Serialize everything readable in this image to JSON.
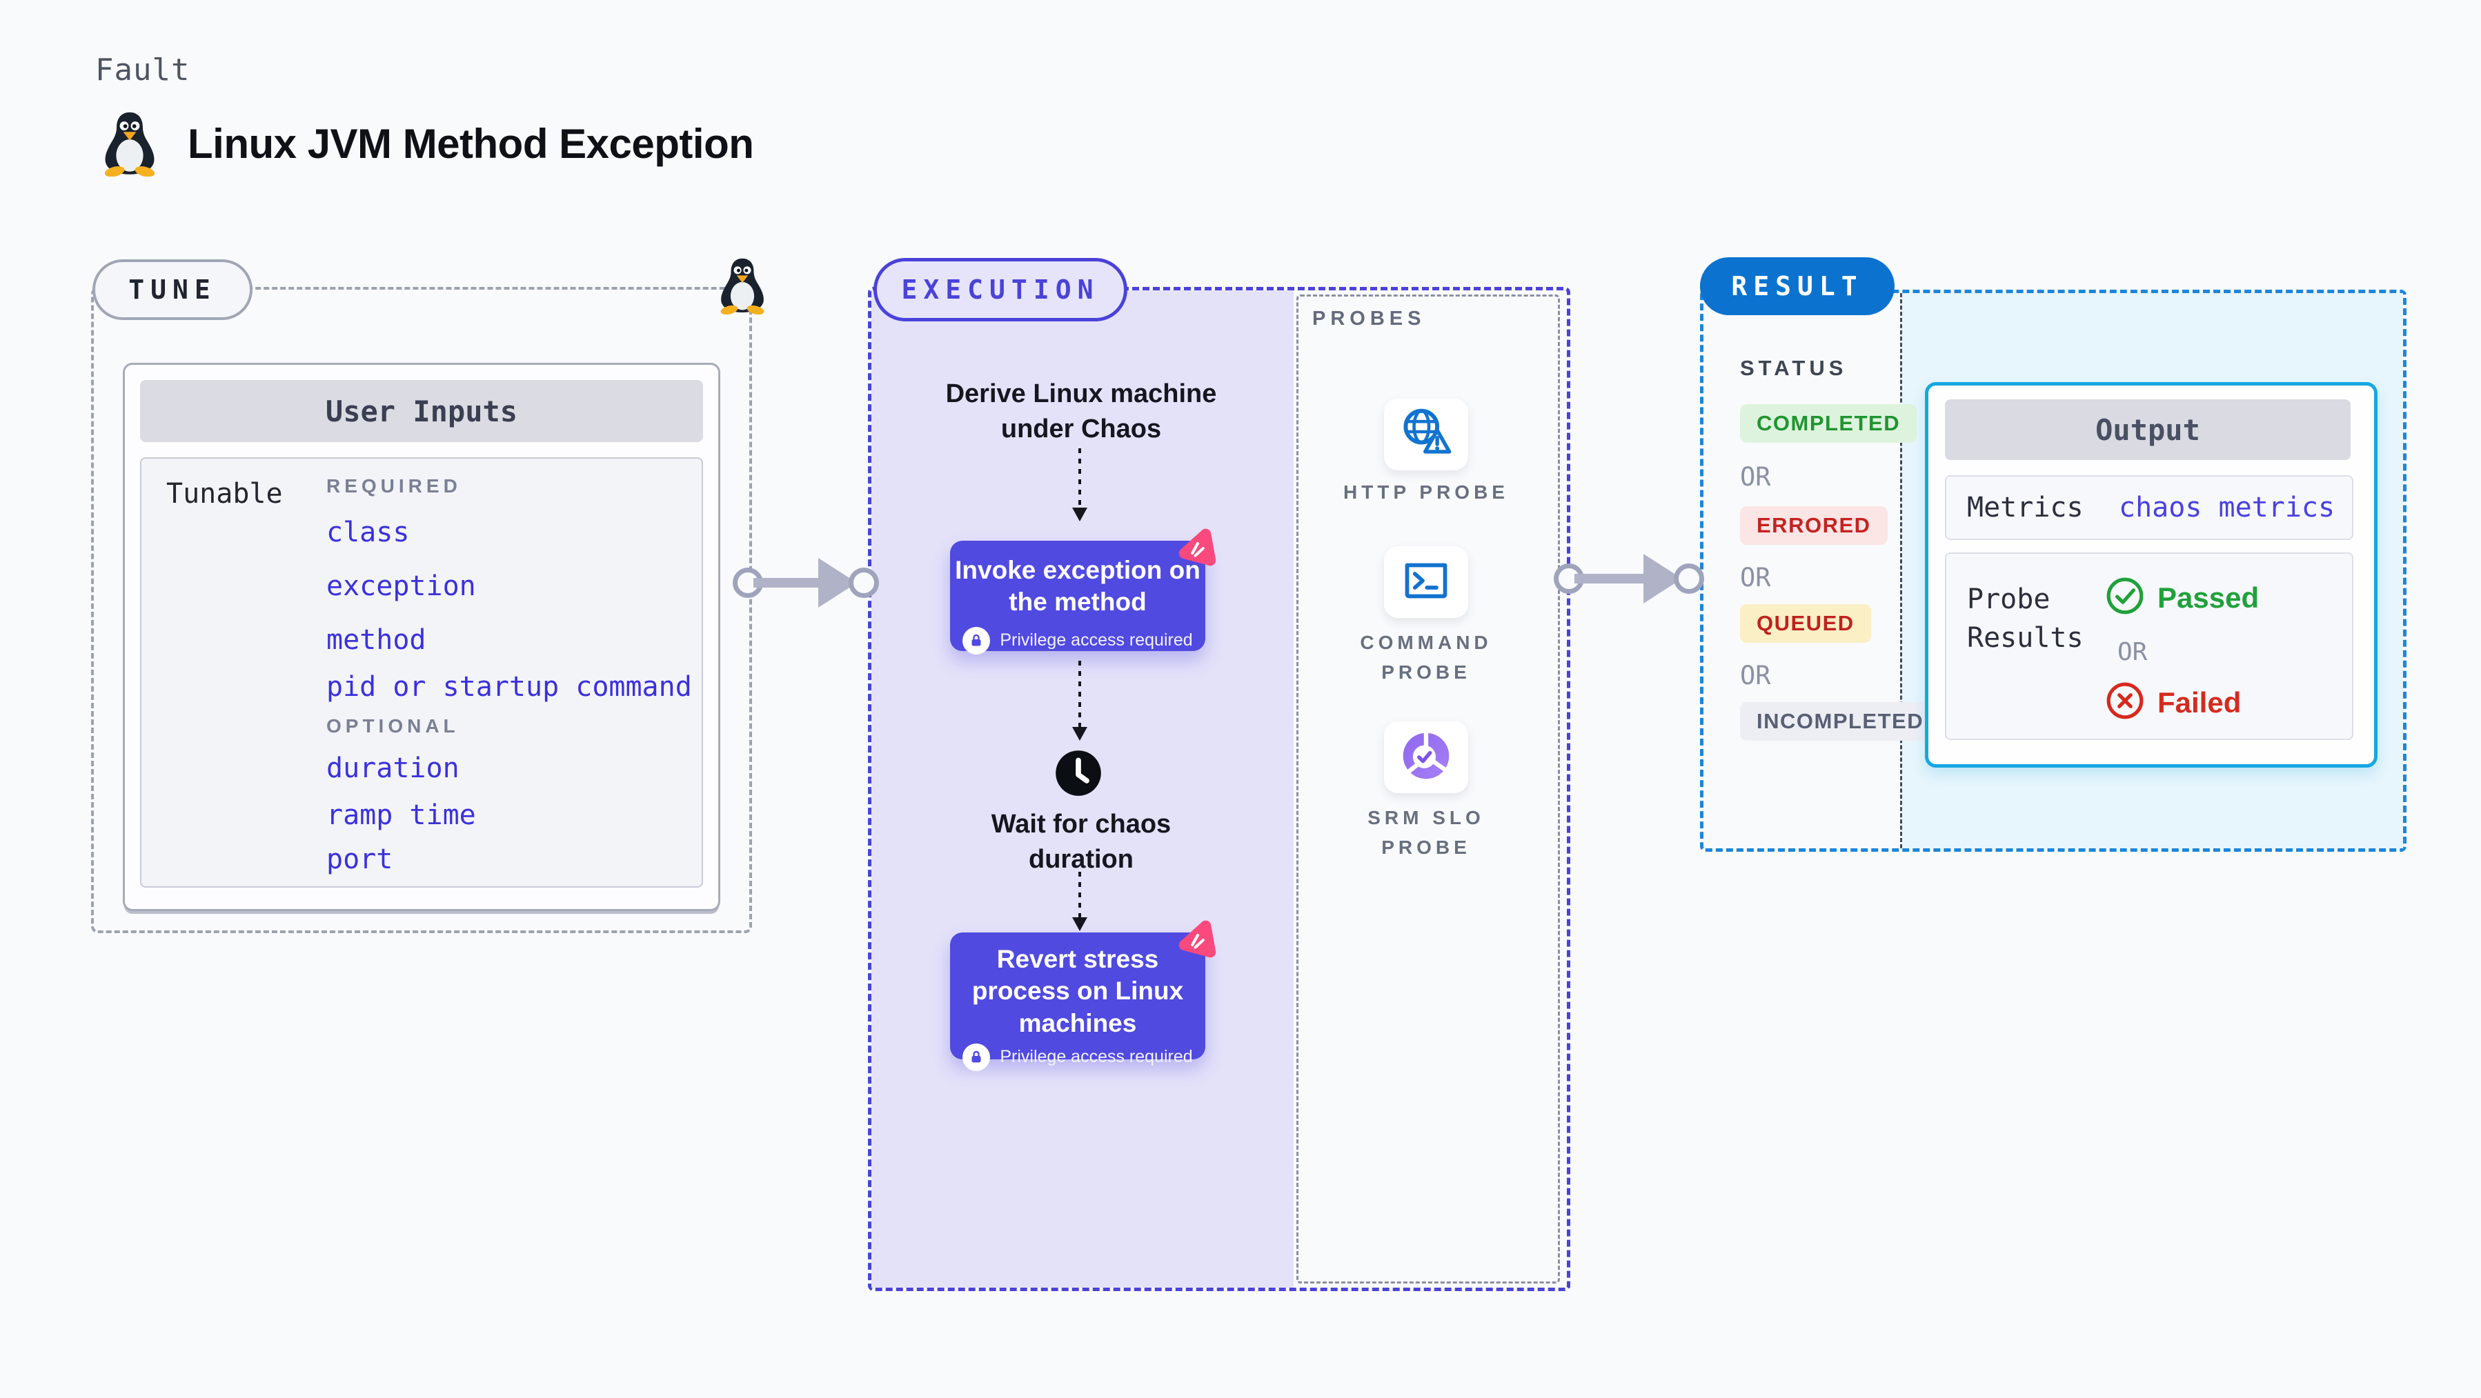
{
  "page": {
    "kicker": "Fault",
    "title": "Linux JVM Method Exception",
    "background_color": "#F9FAFC"
  },
  "icons": {
    "penguin": "tux-penguin-icon",
    "lock": "lock-icon",
    "clock": "clock-icon",
    "chaos_logo": "chaos-pinwheel-icon",
    "check": "check-circle-icon",
    "cross": "x-circle-icon"
  },
  "tune": {
    "badge": "TUNE",
    "table_title": "User Inputs",
    "row_label": "Tunable",
    "required_label": "REQUIRED",
    "optional_label": "OPTIONAL",
    "required_items": [
      "class",
      "exception",
      "method",
      "pid or startup command"
    ],
    "optional_items": [
      "duration",
      "ramp time",
      "port"
    ]
  },
  "execution": {
    "badge": "EXECUTION",
    "step_derive": "Derive Linux machine under Chaos",
    "step_invoke": "Invoke exception on the method",
    "privilege_note": "Privilege access required",
    "step_wait": "Wait for chaos duration",
    "step_revert": "Revert stress process on Linux machines"
  },
  "probes": {
    "label": "PROBES",
    "items": [
      {
        "label": "HTTP PROBE",
        "icon": "http-probe-icon"
      },
      {
        "label": "COMMAND PROBE",
        "icon": "command-probe-icon"
      },
      {
        "label": "SRM SLO PROBE",
        "icon": "srm-slo-probe-icon"
      }
    ]
  },
  "result": {
    "badge": "RESULT",
    "status_label": "STATUS",
    "or_label": "OR",
    "statuses": [
      {
        "label": "COMPLETED",
        "bg": "#DDF3DD",
        "fg": "#209431"
      },
      {
        "label": "ERRORED",
        "bg": "#FBE5E5",
        "fg": "#C42322"
      },
      {
        "label": "QUEUED",
        "bg": "#FAEFC5",
        "fg": "#BF2220"
      },
      {
        "label": "INCOMPLETED",
        "bg": "#ECEEF4",
        "fg": "#595F73"
      }
    ],
    "output": {
      "title": "Output",
      "metrics_label": "Metrics",
      "metrics_value": "chaos metrics",
      "probe_results_label": "Probe Results",
      "passed_label": "Passed",
      "failed_label": "Failed"
    }
  },
  "colors": {
    "step_box_purple": "#504AE0",
    "execution_purple": "#4A42D9",
    "execution_fill": "#E4E2F9",
    "chaos_pink": "#F9497D",
    "result_blue_badge": "#0B73CF",
    "result_border_blue": "#1B86DB",
    "result_fill_blue": "#E7F5FC",
    "output_border_cyan": "#16A8E1",
    "tunable_link_indigo": "#3B31DC",
    "probe_icon_blue": "#1273D0",
    "srm_icon_purple": "#8F68EE",
    "passed_green": "#1FA13A",
    "failed_red": "#D62A1E"
  }
}
